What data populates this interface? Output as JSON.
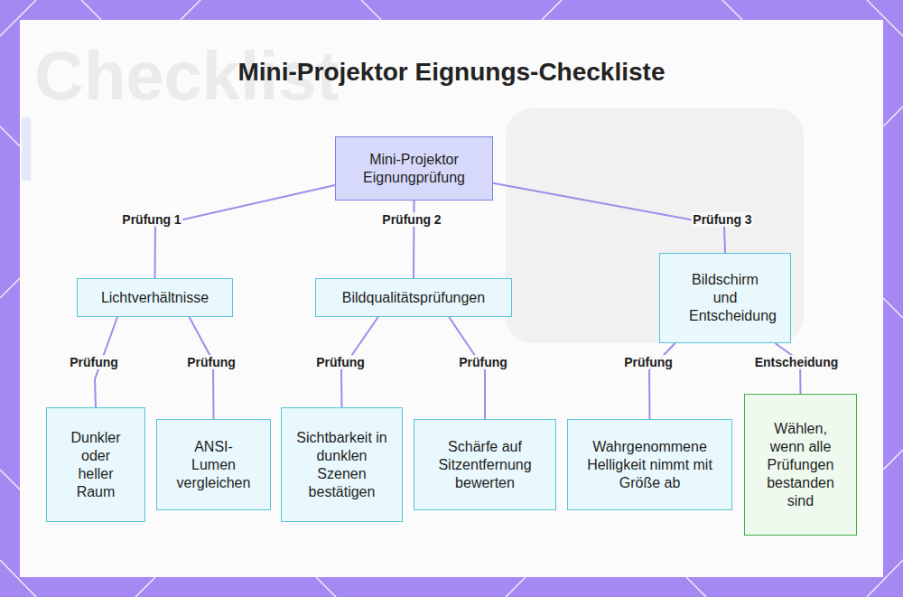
{
  "diagram": {
    "title": "Mini-Projektor Eignungs-Checkliste",
    "nodes": [
      {
        "text": [
          "Mini-Projektor Eignungprüfung"
        ]
      },
      {
        "text": [
          "Lichtverhältnisse"
        ]
      },
      {
        "text": [
          "Bildqualitätsprüfungen"
        ]
      },
      {
        "text": [
          "Bildschirm und Entscheidung"
        ]
      },
      {
        "text": [
          "Dunkler oder heller Raum"
        ]
      },
      {
        "text": [
          "ANSI-Lumen vergleichen"
        ]
      },
      {
        "text": [
          "Sichtbarkeit in dunklen Szenen bestätigen"
        ]
      },
      {
        "text": [
          "Schärfe auf Sitzentfernung bewerten"
        ]
      },
      {
        "text": [
          "Wahrgenommene Helligkeit nimmt mit Größe ab"
        ]
      },
      {
        "text": [
          "Wählen, wenn alle Prüfungen bestanden sind"
        ]
      }
    ],
    "edges": [
      {
        "from": 0,
        "to": 1,
        "label": "Prüfung 1",
        "arrow": "none"
      },
      {
        "from": 0,
        "to": 2,
        "label": "Prüfung 2",
        "arrow": "none"
      },
      {
        "from": 0,
        "to": 3,
        "label": "Prüfung 3",
        "arrow": "none"
      },
      {
        "from": 1,
        "to": 4,
        "label": "Prüfung",
        "arrow": "none"
      },
      {
        "from": 1,
        "to": 5,
        "label": "Prüfung",
        "arrow": "none"
      },
      {
        "from": 2,
        "to": 6,
        "label": "Prüfung",
        "arrow": "none"
      },
      {
        "from": 2,
        "to": 7,
        "label": "Prüfung",
        "arrow": "none"
      },
      {
        "from": 3,
        "to": 8,
        "label": "Prüfung",
        "arrow": "none"
      },
      {
        "from": 3,
        "to": 9,
        "label": "Entscheidung",
        "arrow": "none"
      }
    ],
    "labels": [
      "Checklist"
    ]
  }
}
